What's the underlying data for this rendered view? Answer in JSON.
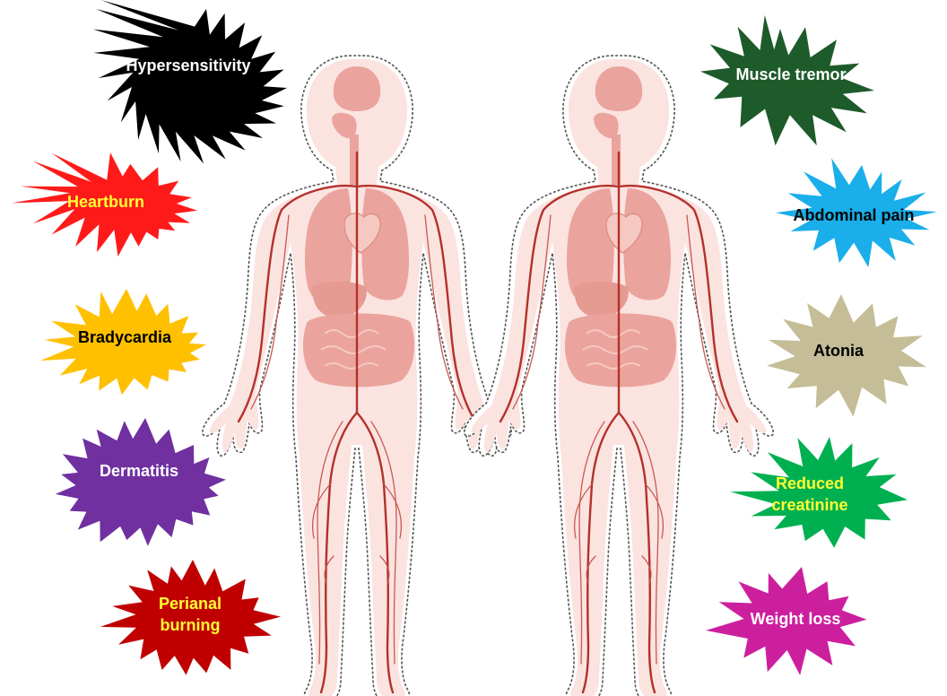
{
  "symptoms": {
    "hypersensitivity": {
      "lines": [
        "Hypersensitivity"
      ],
      "color": "#000000",
      "text_color": "#ffffff"
    },
    "heartburn": {
      "lines": [
        "Heartburn"
      ],
      "color": "#ff1a1a",
      "text_color": "#ffff33"
    },
    "bradycardia": {
      "lines": [
        "Bradycardia"
      ],
      "color": "#ffc000",
      "text_color": "#000000"
    },
    "dermatitis": {
      "lines": [
        "Dermatitis"
      ],
      "color": "#7030a0",
      "text_color": "#ffffff"
    },
    "perianal_burning": {
      "lines": [
        "Perianal",
        "burning"
      ],
      "color": "#c00000",
      "text_color": "#ffff33"
    },
    "muscle_tremor": {
      "lines": [
        "Muscle tremor"
      ],
      "color": "#1e5b2a",
      "text_color": "#ffffff"
    },
    "abdominal_pain": {
      "lines": [
        "Abdominal pain"
      ],
      "color": "#1aaeea",
      "text_color": "#000000"
    },
    "atonia": {
      "lines": [
        "Atonia"
      ],
      "color": "#c4bd97",
      "text_color": "#000000"
    },
    "reduced_creatinine": {
      "lines": [
        "Reduced",
        "creatinine"
      ],
      "color": "#00b050",
      "text_color": "#ffff33"
    },
    "weight_loss": {
      "lines": [
        "Weight loss"
      ],
      "color": "#cc1f9e",
      "text_color": "#ffffff"
    }
  },
  "figures": [
    {
      "name": "human-figure-left",
      "skin": "#fbe3e0",
      "organ": "#eaa49d",
      "vessel": "#b3312a"
    },
    {
      "name": "human-figure-right",
      "skin": "#fbe3e0",
      "organ": "#eaa49d",
      "vessel": "#b3312a"
    }
  ]
}
